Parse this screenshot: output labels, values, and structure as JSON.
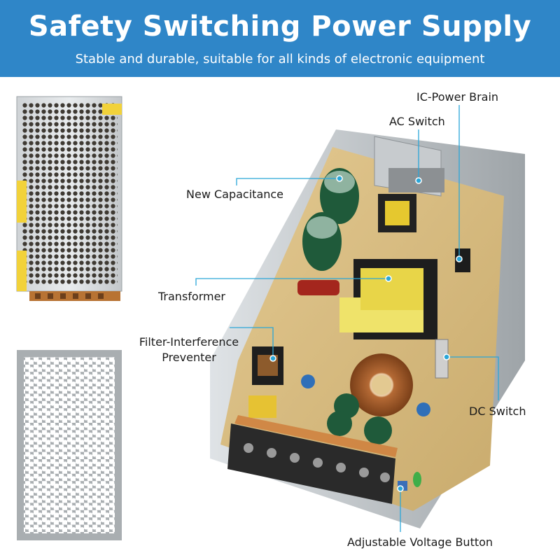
{
  "header": {
    "title": "Safety Switching Power Supply",
    "subtitle": "Stable and durable, suitable for all kinds of electronic equipment"
  },
  "callouts": {
    "ic_power_brain": "IC-Power Brain",
    "ac_switch": "AC Switch",
    "new_capacitance": "New Capacitance",
    "transformer": "Transformer",
    "filter_line1": "Filter-Interference",
    "filter_line2": "Preventer",
    "dc_switch": "DC Switch",
    "adjustable_voltage_button": "Adjustable Voltage Button"
  },
  "colors": {
    "banner": "#2f86c8",
    "callout_line": "#2aa6d8"
  },
  "images": {
    "top_view": "power-supply-top-mesh-cover",
    "mesh_panel": "honeycomb-mesh-panel",
    "circuit_board": "open-power-supply-circuit-board"
  }
}
